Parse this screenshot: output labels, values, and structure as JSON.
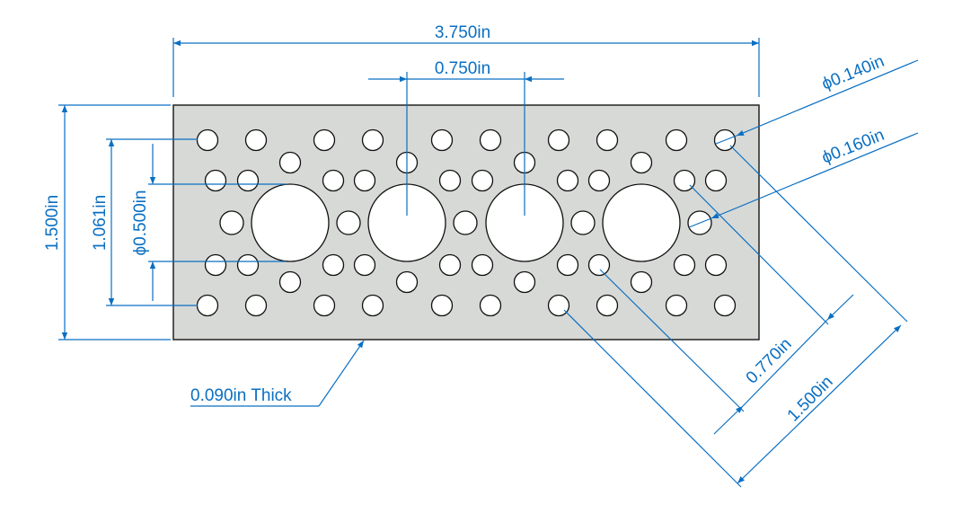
{
  "drawing": {
    "overall_width": "3.750in",
    "overall_height": "1.500in",
    "center_spacing": "0.750in",
    "row_spacing": "1.061in",
    "large_hole_diameter": "0.500in",
    "small_hole_diameter_a": "0.140in",
    "small_hole_diameter_b": "0.160in",
    "diagonal_spacing_outer": "1.500in",
    "diagonal_spacing_inner": "0.770in",
    "thickness_note": "0.090in Thick",
    "diameter_symbol": "ϕ"
  },
  "colors": {
    "dimension": "#0a6fc2",
    "plate": "#d7d9d6"
  }
}
